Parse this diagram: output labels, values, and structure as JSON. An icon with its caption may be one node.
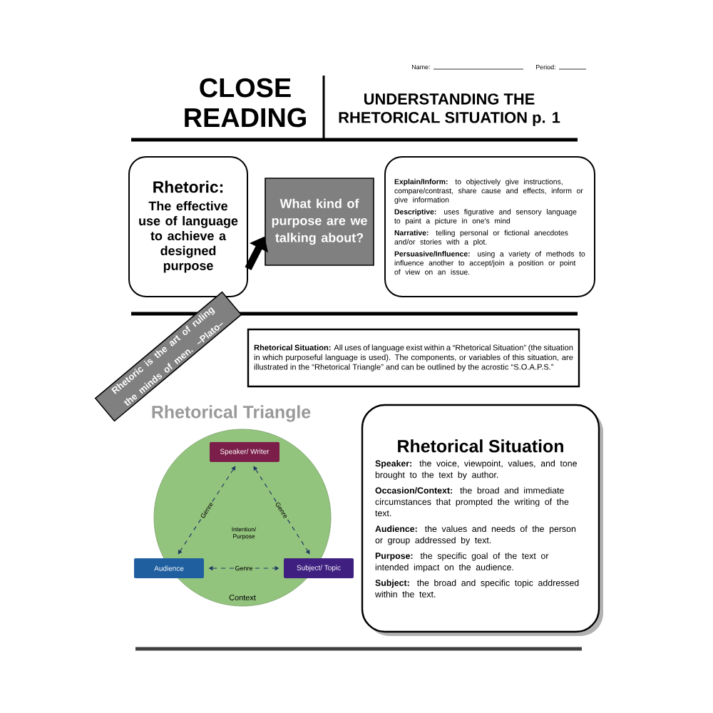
{
  "diagram": {
    "title": "UNDERSTANDING THE RHETORICAL SITUATION p. 1",
    "nodes": [
      {
        "text": [
          "Rhetoric:",
          "The effective use of language to achieve a designed purpose"
        ]
      },
      {
        "text": [
          "What kind of purpose are we talking about?"
        ]
      },
      {
        "text": [
          "**Explain/Inform:** to objectively give instructions, compare/contrast, share cause and effects, inform or give information",
          "**Descriptive:** uses figurative and sensory language to paint a picture in one's mind",
          "**Narrative:** telling personal or fictional anecdotes and/or stories with a plot.",
          "**Persuasive/Influence:** using a variety of methods to influence another to accept/join a position or point of view on an issue."
        ]
      },
      {
        "text": [
          "Rhetoric is the art of ruling the minds of men. –Plato–"
        ]
      },
      {
        "text": [
          "**Rhetorical Situation:** All uses of language exist within a “Rhetorical Situation” (the situation in which purposeful language is used). The components, or variables of this situation, are illustrated in the “Rhetorical Triangle” and can be outlined by the acrostic “S.O.A.P.S.”"
        ]
      },
      {
        "text": [
          "Context"
        ]
      },
      {
        "text": [
          "Speaker/ Writer"
        ],
        "in": 5
      },
      {
        "text": [
          "Audience"
        ]
      },
      {
        "text": [
          "Subject/ Topic"
        ]
      },
      {
        "text": [
          "Rhetorical Situation",
          "**Speaker:** the voice, viewpoint, values, and tone brought to the text by author.",
          "**Occasion/Context:** the broad and immediate circumstances that prompted the writing of the text.",
          "**Audience:** the values and needs of the person or group addressed by text.",
          "**Purpose:** the specific goal of the text or intended impact on the audience.",
          "**Subject:** the broad and specific topic addressed within the text."
        ]
      }
    ],
    "edges": [
      {
        "from": 0,
        "to": 1,
        "arrow": "to",
        "style": "thick",
        "color": "#000000"
      },
      {
        "from": 6,
        "to": 7,
        "arrow": "both",
        "style": "dashed",
        "label": "Genre"
      },
      {
        "from": 6,
        "to": 8,
        "arrow": "both",
        "style": "dashed",
        "label": "Genre"
      },
      {
        "from": 7,
        "to": 8,
        "arrow": "both",
        "style": "dashed",
        "label": "Genre"
      }
    ],
    "labels": [
      "Name:",
      "Period:",
      "CLOSE READING",
      "Rhetorical Triangle",
      "Intention/ Purpose"
    ]
  }
}
